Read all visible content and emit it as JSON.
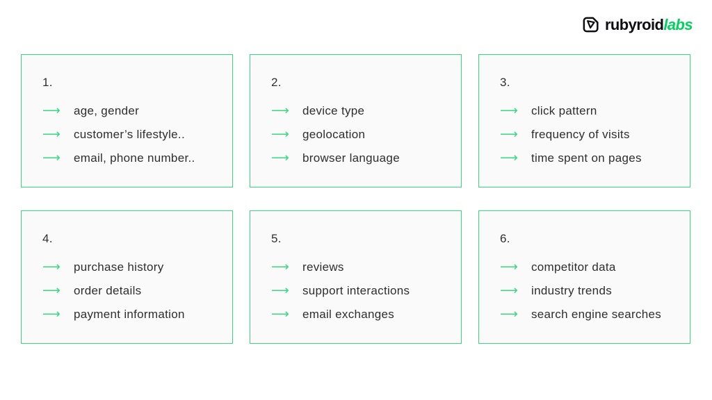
{
  "logo": {
    "brand_black": "rubyroid",
    "brand_green": "labs"
  },
  "icons": {
    "arrow": "⟶",
    "logo_mark": "rubyroid-labs-origami-mark"
  },
  "colors": {
    "accent_green": "#35da80",
    "logo_green": "#00d35d",
    "text": "#2e2e2e",
    "box_background": "#fafafa",
    "page_background": "#ffffff"
  },
  "boxes": [
    {
      "number": "1.",
      "items": [
        "age, gender",
        "customer’s lifestyle..",
        "email, phone number.."
      ]
    },
    {
      "number": "2.",
      "items": [
        "device type",
        "geolocation",
        "browser language"
      ]
    },
    {
      "number": "3.",
      "items": [
        "click pattern",
        "frequency of visits",
        "time spent on pages"
      ]
    },
    {
      "number": "4.",
      "items": [
        "purchase history",
        "order details",
        "payment information"
      ]
    },
    {
      "number": "5.",
      "items": [
        "reviews",
        "support interactions",
        "email exchanges"
      ]
    },
    {
      "number": "6.",
      "items": [
        "competitor data",
        "industry trends",
        "search engine searches"
      ]
    }
  ]
}
